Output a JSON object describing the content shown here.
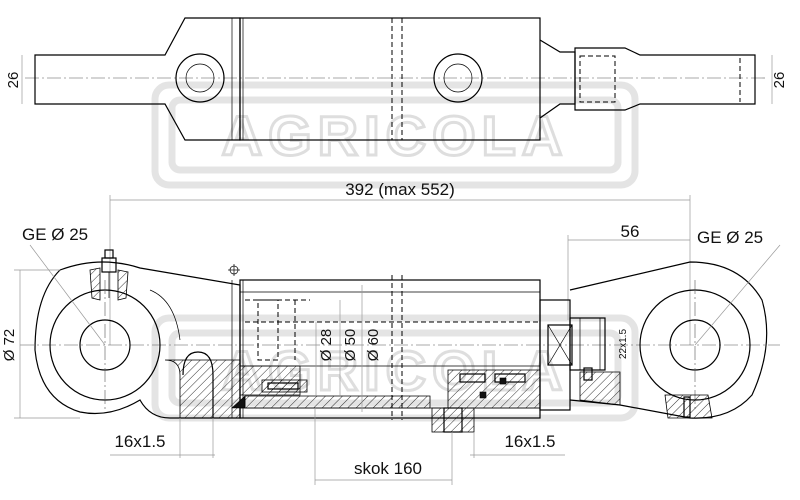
{
  "watermark": {
    "brand": "AGRICOLA"
  },
  "top_view": {
    "dim_left": "26",
    "dim_right": "26"
  },
  "front_view": {
    "overall_length": "392 (max 552)",
    "rod_extension": "56",
    "pin_left": "GE Ø 25",
    "pin_right": "GE Ø 25",
    "eye_diameter": "Ø 72",
    "rod_diameter": "Ø 28",
    "piston_diameter": "Ø 50",
    "barrel_diameter": "Ø 60",
    "thread_right": "22x1.5",
    "port_left": "16x1.5",
    "port_right": "16x1.5",
    "stroke": "skok 160"
  }
}
